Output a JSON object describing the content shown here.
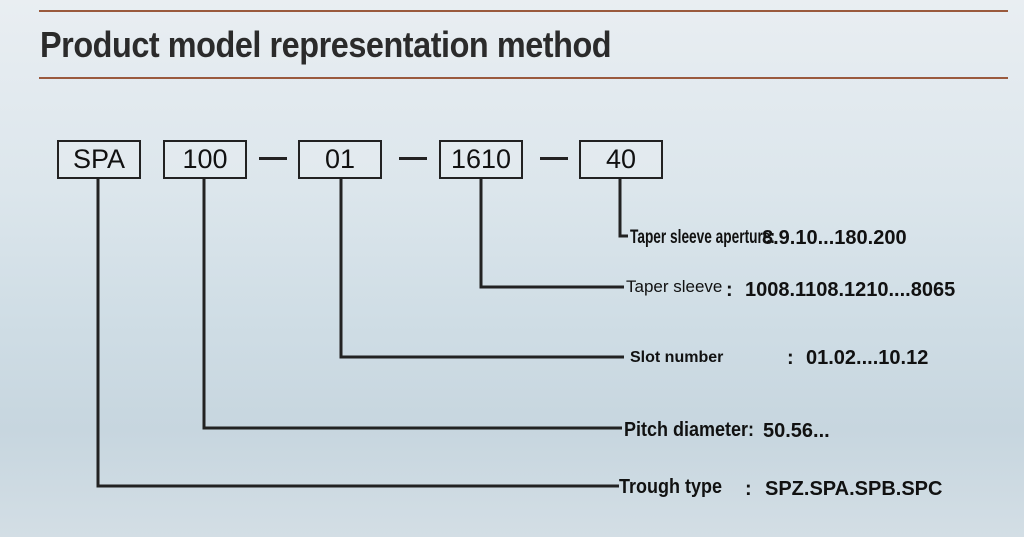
{
  "title": "Product model representation method",
  "code_parts": [
    "SPA",
    "100",
    "01",
    "1610",
    "40"
  ],
  "legend": [
    {
      "label": "Taper sleeve aperture",
      "sep": ":",
      "value": "8.9.10...180.200"
    },
    {
      "label": "Taper sleeve",
      "sep": ":",
      "value": "1008.1108.1210....8065"
    },
    {
      "label": "Slot number",
      "sep": ":",
      "value": "01.02....10.12"
    },
    {
      "label": "Pitch diameter",
      "sep": ":",
      "value": "50.56..."
    },
    {
      "label": "Trough type",
      "sep": ":",
      "value": "SPZ.SPA.SPB.SPC"
    }
  ]
}
